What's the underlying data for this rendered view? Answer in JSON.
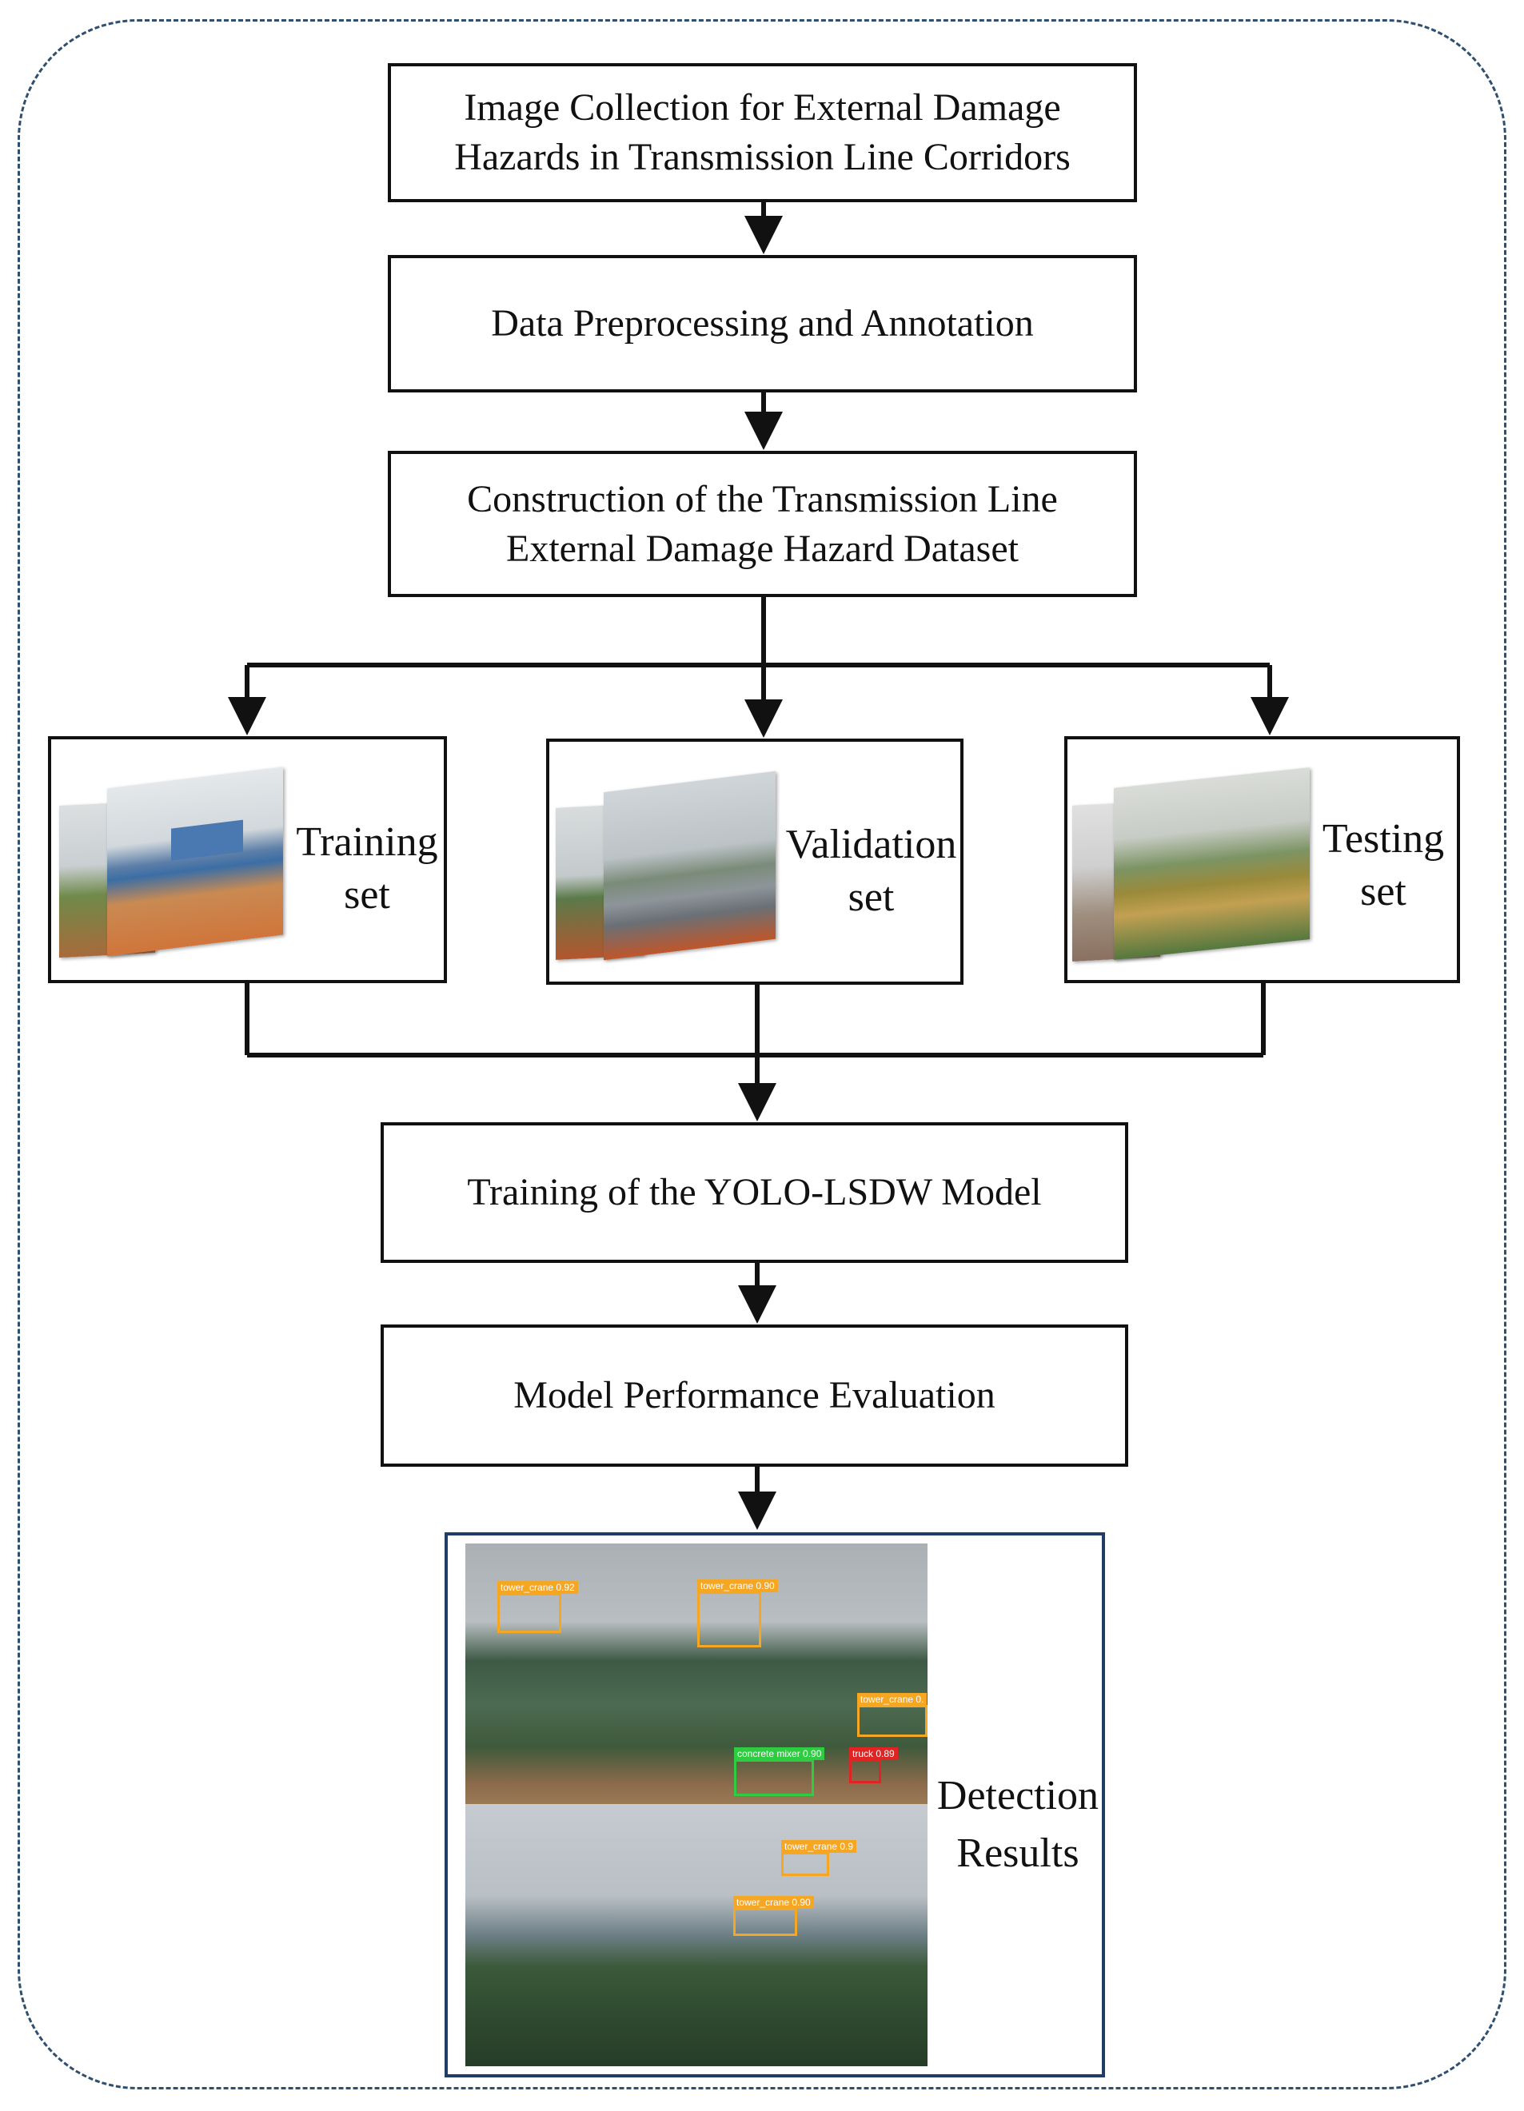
{
  "steps": {
    "collection": "Image Collection for External Damage\nHazards in Transmission Line Corridors",
    "preprocessing": "Data Preprocessing and Annotation",
    "construction": "Construction of the Transmission Line\nExternal Damage Hazard Dataset",
    "training_model": "Training of the YOLO-LSDW Model",
    "evaluation": "Model Performance Evaluation"
  },
  "sets": {
    "training": "Training\nset",
    "validation": "Validation\nset",
    "testing": "Testing\nset"
  },
  "results": {
    "label": "Detection\nResults",
    "detections": [
      {
        "label": "tower_crane 0.92"
      },
      {
        "label": "tower_crane 0.90"
      },
      {
        "label": "tower_crane 0."
      },
      {
        "label": "concrete mixer 0.90"
      },
      {
        "label": "truck 0.89"
      },
      {
        "label": "tower_crane 0.9"
      },
      {
        "label": "tower_crane 0.90"
      }
    ]
  },
  "colors": {
    "frame_border": "#2f4f6f",
    "results_border": "#1f3d66",
    "detection_crane": "#f5a623",
    "detection_mixer": "#2ecc40",
    "detection_truck": "#e02424"
  }
}
